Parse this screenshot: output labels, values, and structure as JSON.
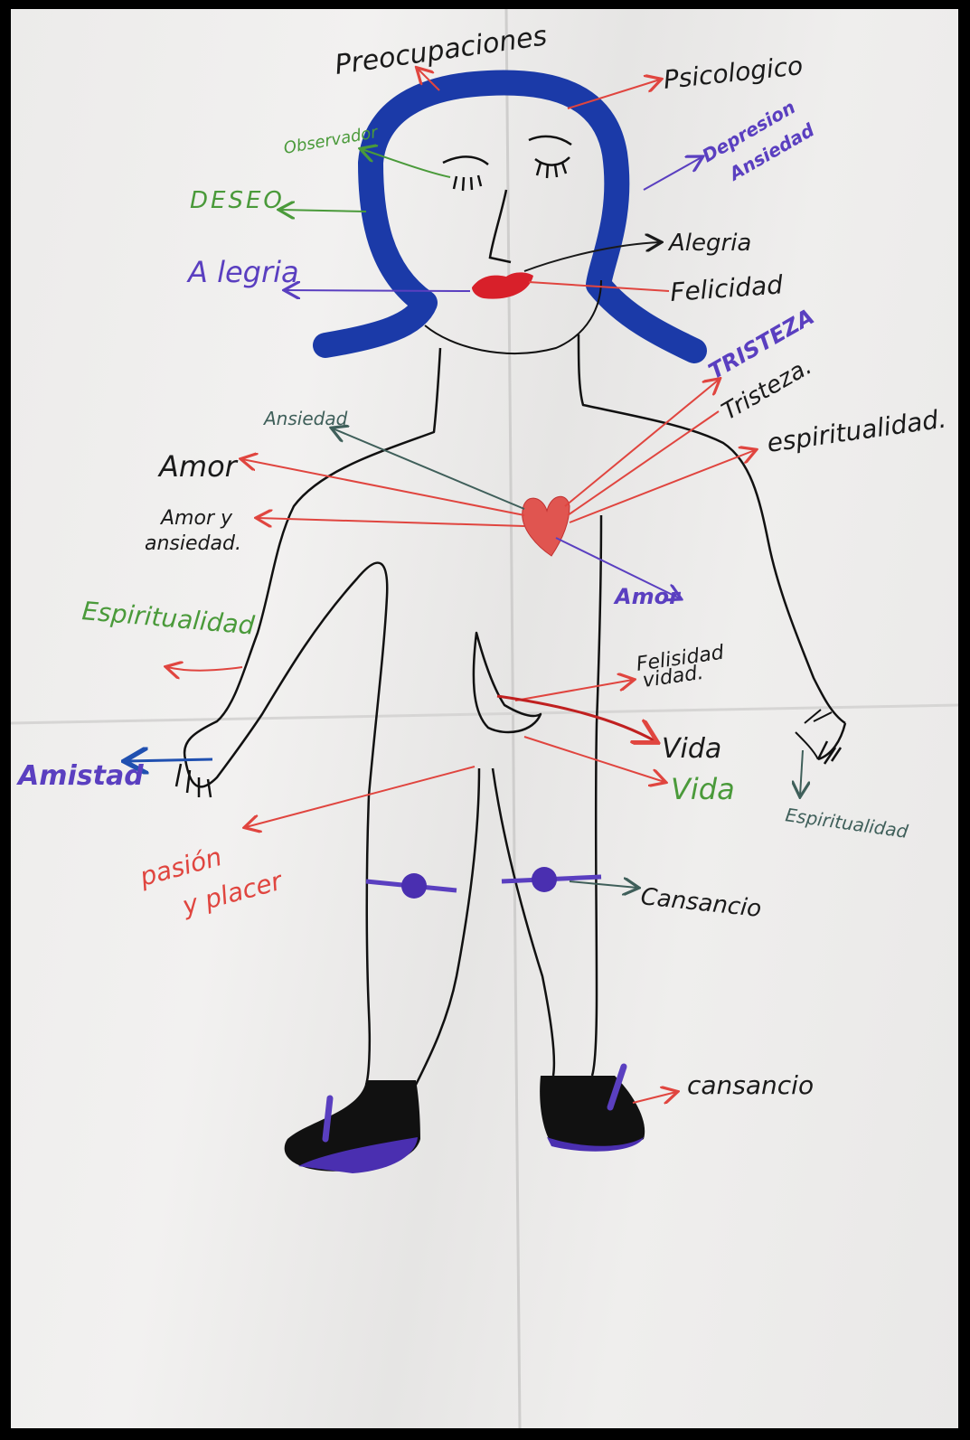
{
  "labels": {
    "preocupaciones": "Preocupaciones",
    "psicologico": "Psicologico",
    "depresion": "Depresion",
    "ansiedad_top": "Ansiedad",
    "observador": "Observador",
    "deseo": "DESEO",
    "alegria_left": "A legria",
    "alegria_right": "Alegria",
    "felicidad": "Felicidad",
    "tristeza_caps": "TRISTEZA",
    "tristeza": "Tristeza.",
    "espiritualidad_right": "espiritualidad.",
    "ansiedad_chest": "Ansiedad",
    "amor_left": "Amor",
    "amor_y_1": "Amor y",
    "amor_y_2": "ansiedad.",
    "amor_purple": "Amor",
    "espiritualidad_left": "Espiritualidad",
    "felisidad": "Felisidad",
    "vidad": "vidad.",
    "vida": "Vida",
    "vida_green": "Vida",
    "amistad": "Amistad",
    "espiritualidad_hand": "Espiritualidad",
    "pasion_1": "pasión",
    "pasion_2": "y placer",
    "cansancio_knee": "Cansancio",
    "cansancio_foot": "cansancio"
  },
  "colors": {
    "hair": "#1b3aa8",
    "outline": "#111111",
    "red": "#e0453f",
    "green": "#4a9a3a",
    "purple": "#5a3fc0",
    "teal": "#3f5f5a",
    "black": "#1a1a1a",
    "heart": "#e05550",
    "lips": "#d8202a"
  }
}
